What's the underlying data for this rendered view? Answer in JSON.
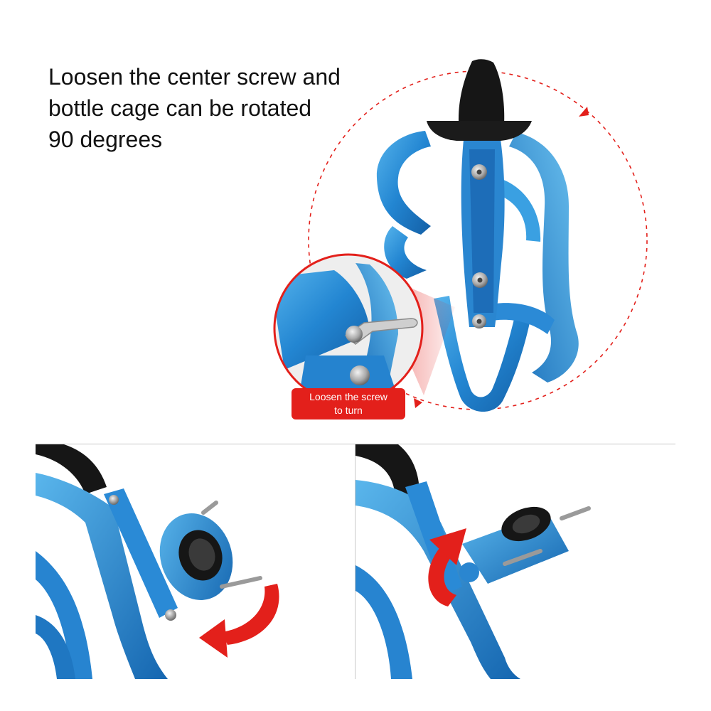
{
  "headline": {
    "lines": [
      "Loosen the center screw and",
      "bottle cage can be rotated",
      "90 degrees"
    ]
  },
  "callout": {
    "lines": [
      "Loosen the screw",
      "to turn"
    ]
  },
  "colors": {
    "cage_blue": "#2f8fd8",
    "arrow_red": "#e3201b",
    "plastic_black": "#151515",
    "background": "#ffffff"
  },
  "icons": [
    "rotation-arrow-icon",
    "turn-arrow-icon"
  ]
}
